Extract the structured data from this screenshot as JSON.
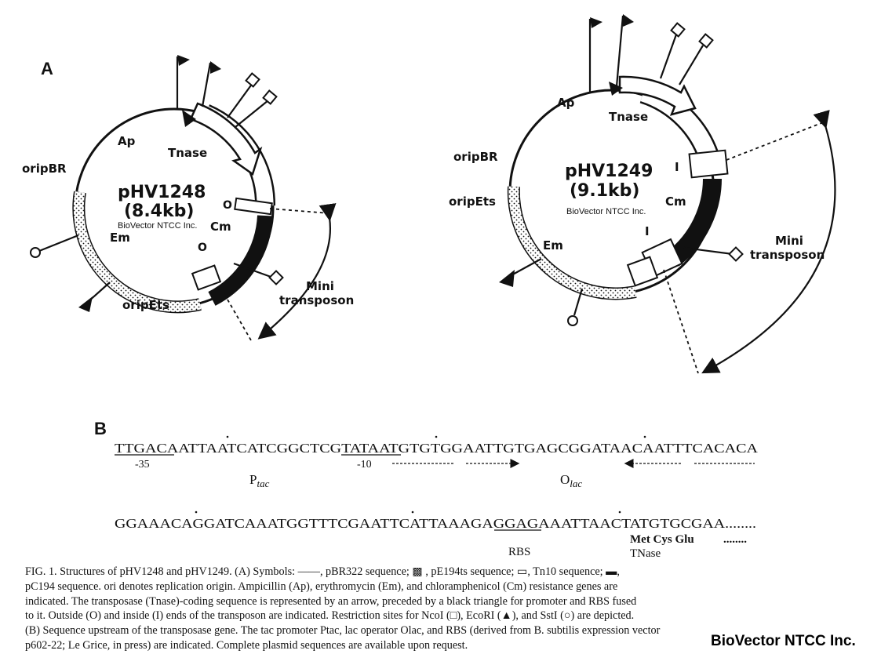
{
  "panel_a": {
    "letter": "A",
    "left_plasmid": {
      "name": "pHV1248",
      "size": "(8.4kb)",
      "labels": {
        "ap": "Ap",
        "tnase": "Tnase",
        "oripbr": "oripBR",
        "em": "Em",
        "oripets": "oripEts",
        "cm": "Cm",
        "o_top": "O",
        "o_bottom": "O",
        "mini": "Mini",
        "transposon": "transposon"
      }
    },
    "right_plasmid": {
      "name": "pHV1249",
      "size": "(9.1kb)",
      "labels": {
        "ap": "Ap",
        "tnase": "Tnase",
        "oripbr": "oripBR",
        "oripets": "oripEts",
        "em": "Em",
        "cm": "Cm",
        "i_top": "I",
        "i_bottom": "I",
        "mini": "Mini",
        "transposon": "transposon"
      }
    }
  },
  "panel_b": {
    "letter": "B",
    "seq_line1": "TTGACAATTAATCATCGGCTCGTATAATGTGTGGAATTGTGAGCGGATAACAATTTCACACA",
    "minus35": "-35",
    "minus10": "-10",
    "ptac_main": "P",
    "ptac_sub": "tac",
    "olac_main": "O",
    "olac_sub": "lac",
    "seq_line2": "GGAAACAGGATCAAATGGTTTCGAATTCATTAAAGAGGAGAAATTAACTATGTGCGAA........",
    "rbs": "RBS",
    "met_cys_glu": "Met Cys Glu",
    "dots": "........",
    "tnase": "TNase"
  },
  "watermark": {
    "small": "BioVector NTCC Inc.",
    "large": "BioVector NTCC Inc."
  },
  "caption": {
    "line1": "FIG. 1.  Structures of pHV1248 and pHV1249. (A) Symbols: ——, pBR322 sequence; ▩ , pE194ts sequence; ▭, Tn10 sequence; ▬,",
    "line2": "pC194 sequence. ori denotes replication origin. Ampicillin (Ap), erythromycin (Em), and chloramphenicol (Cm) resistance genes are",
    "line3": "indicated. The transposase (Tnase)-coding sequence is represented by an arrow, preceded by a black triangle for promoter and RBS fused",
    "line4": "to it. Outside (O) and inside (I) ends of the transposon are indicated. Restriction sites for NcoI (□), EcoRI (▲), and SstI (○) are depicted.",
    "line5": "(B) Sequence upstream of the transposase gene. The tac promoter Ptac, lac operator Olac, and RBS (derived from B. subtilis expression vector",
    "line6": "p602-22; Le Grice, in press) are indicated. Complete plasmid sequences are available upon request."
  }
}
